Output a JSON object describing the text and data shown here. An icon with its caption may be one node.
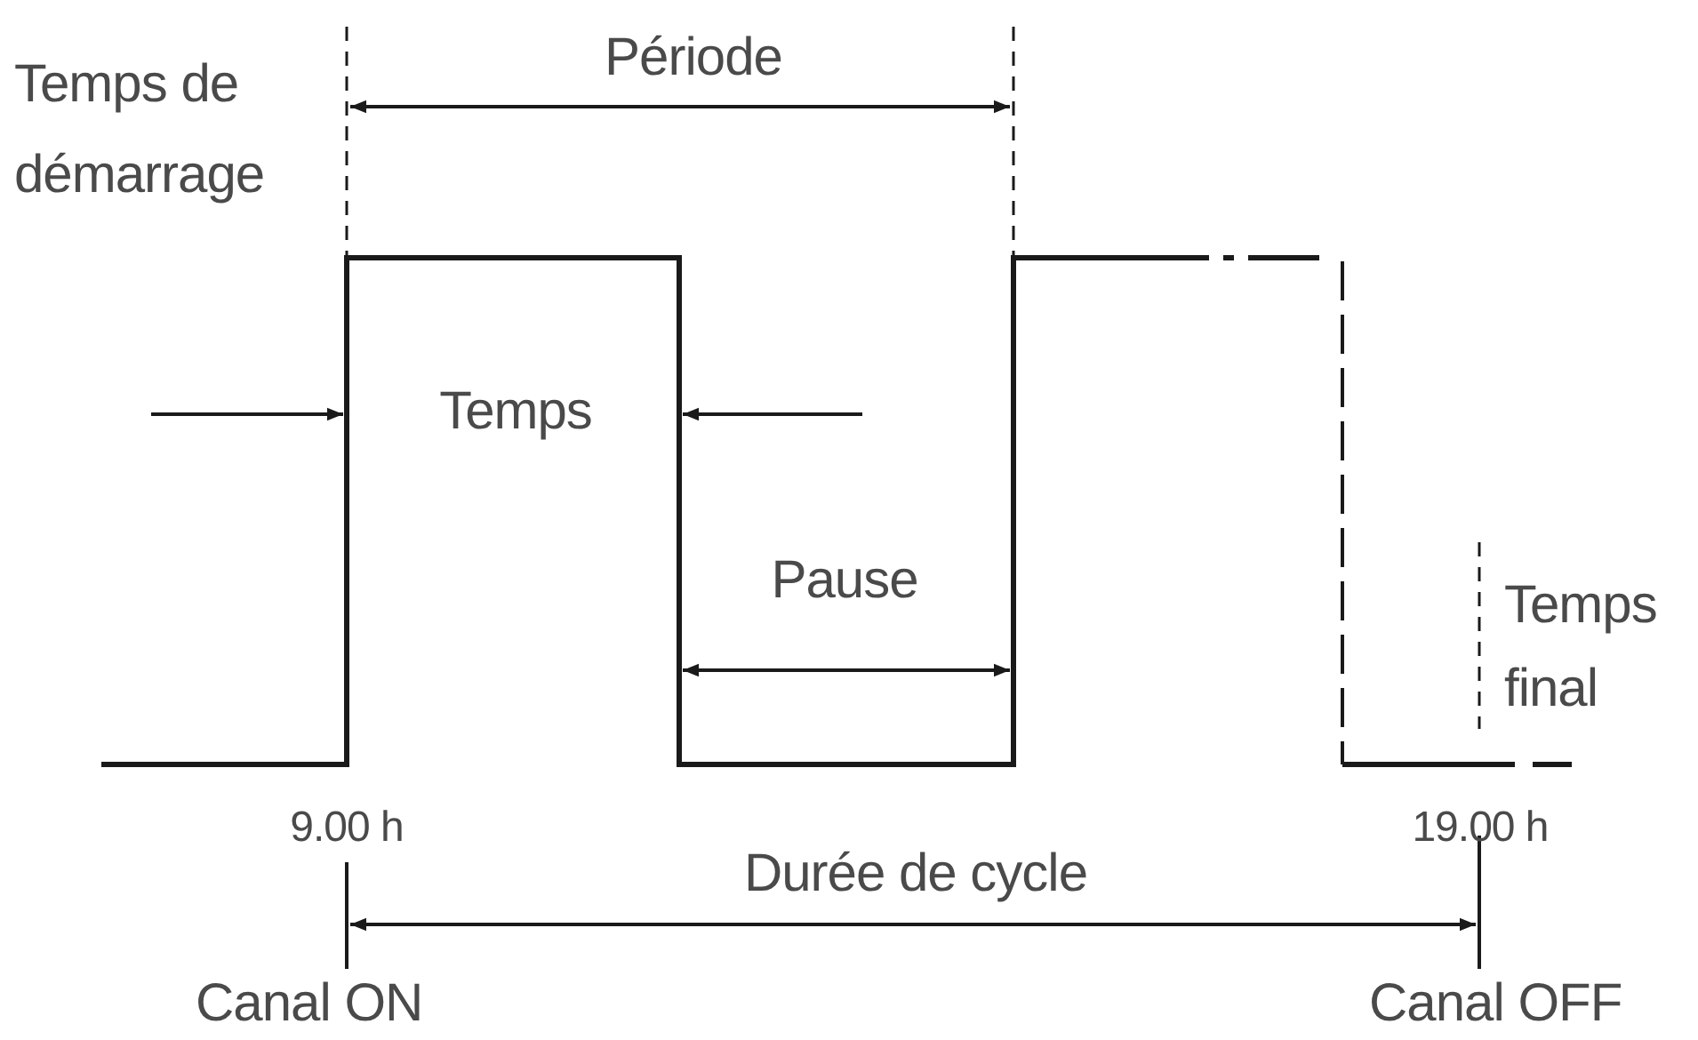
{
  "diagram": {
    "labels": [
      "Période",
      "Temps de démarrage",
      "Temps",
      "Pause",
      "Temps final",
      "9.00 h",
      "19.00 h",
      "Durée de cycle",
      "Canal ON",
      "Canal OFF"
    ]
  }
}
